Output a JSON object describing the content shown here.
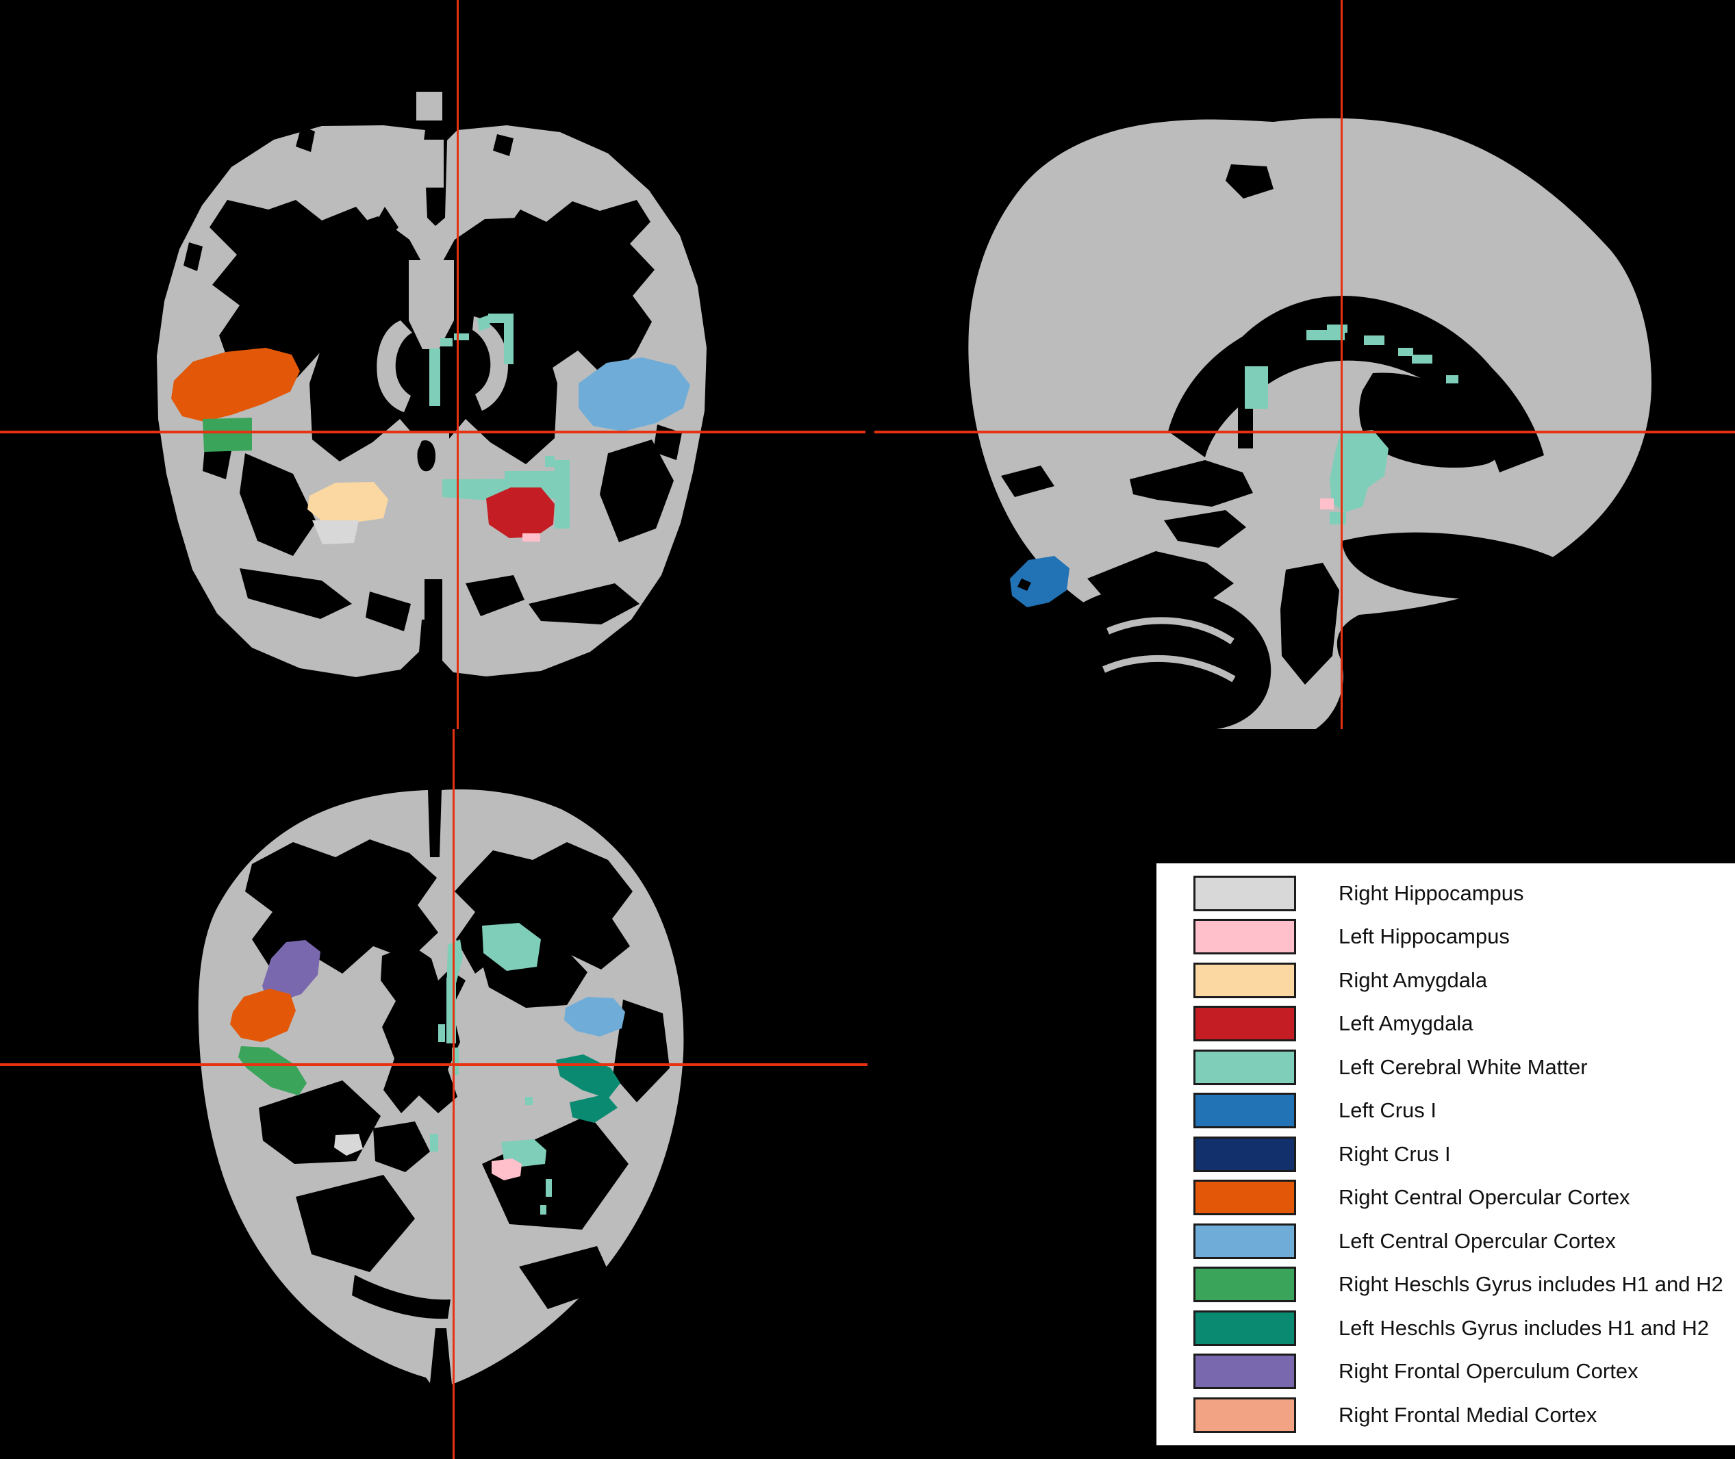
{
  "figure": {
    "description": "Orthogonal brain slice views (coronal, sagittal, axial) with labeled atlas region overlays and red crosshairs",
    "background": "#000000"
  },
  "colors": {
    "background": "#000000",
    "brain_gray": "#bcbcbc",
    "crosshair": "#e73111",
    "right_hippocampus": "#d8d8d8",
    "left_hippocampus": "#ffc0cb",
    "right_amygdala": "#fbd7a2",
    "left_amygdala": "#c41e24",
    "left_cerebral_white_matter": "#7fceb9",
    "left_crus_i": "#2273b5",
    "right_crus_i": "#12306b",
    "right_central_opercular_cortex": "#e25808",
    "left_central_opercular_cortex": "#6fadd8",
    "right_heschls_gyrus": "#3aa45b",
    "left_heschls_gyrus": "#0b8a72",
    "right_frontal_operculum_cortex": "#7a68ae",
    "right_frontal_medial_cortex": "#f2a384"
  },
  "legend": {
    "items": [
      {
        "label": "Right Hippocampus",
        "color": "#d8d8d8"
      },
      {
        "label": "Left Hippocampus",
        "color": "#ffc0cb"
      },
      {
        "label": "Right Amygdala",
        "color": "#fbd7a2"
      },
      {
        "label": "Left Amygdala",
        "color": "#c41e24"
      },
      {
        "label": "Left Cerebral White Matter",
        "color": "#7fceb9"
      },
      {
        "label": "Left Crus I",
        "color": "#2273b5"
      },
      {
        "label": "Right Crus I",
        "color": "#12306b"
      },
      {
        "label": "Right Central Opercular Cortex",
        "color": "#e25808"
      },
      {
        "label": "Left Central Opercular Cortex",
        "color": "#6fadd8"
      },
      {
        "label": "Right Heschls Gyrus includes H1 and H2",
        "color": "#3aa45b"
      },
      {
        "label": "Left Heschls Gyrus includes H1 and H2",
        "color": "#0b8a72"
      },
      {
        "label": "Right Frontal Operculum Cortex",
        "color": "#7a68ae"
      },
      {
        "label": "Right Frontal Medial Cortex",
        "color": "#f2a384"
      }
    ]
  }
}
